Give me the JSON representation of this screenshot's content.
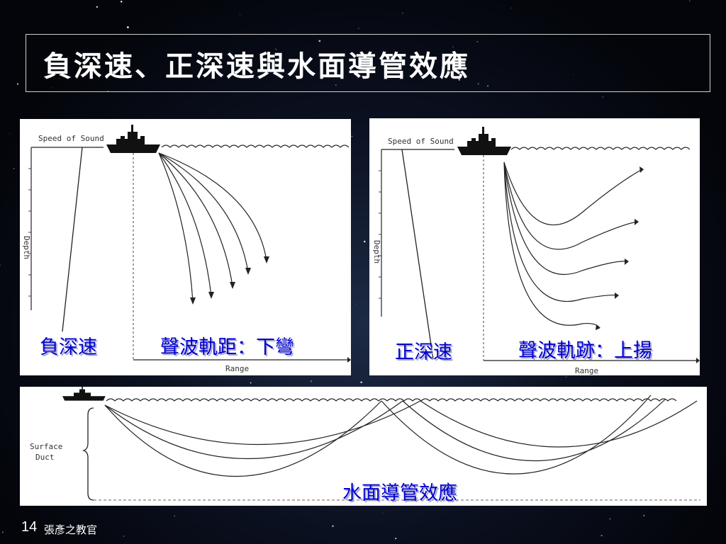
{
  "slide": {
    "title": "負深速、正深速與水面導管效應",
    "page_number": "14",
    "author": "張彥之教官"
  },
  "panel_left": {
    "axis_label_top": "Speed of Sound",
    "axis_label_left": "Depth",
    "axis_label_bottom": "Range",
    "caption_left": "負深速",
    "caption_right": "聲波軌距：下彎"
  },
  "panel_right": {
    "axis_label_top": "Speed of Sound",
    "axis_label_left": "Depth",
    "axis_label_bottom": "Range",
    "caption_left": "正深速",
    "caption_right": "聲波軌跡：上揚"
  },
  "panel_bottom": {
    "duct_label_line1": "Surface",
    "duct_label_line2": "Duct",
    "caption": "水面導管效應"
  },
  "icons": {
    "ship": "ship-icon"
  },
  "colors": {
    "caption": "#0000cc",
    "line": "#222222",
    "panel_bg": "#ffffff"
  }
}
